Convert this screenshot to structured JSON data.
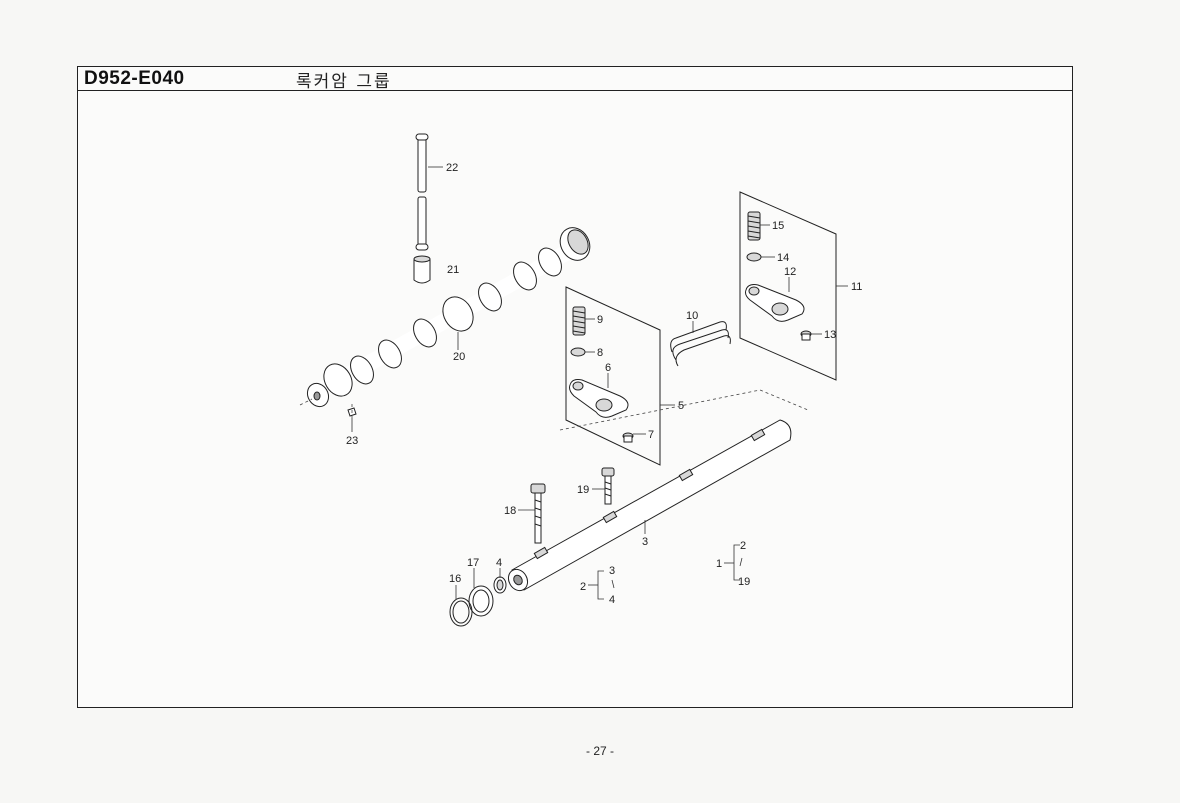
{
  "header": {
    "code": "D952-E040",
    "title": "록커암 그룹"
  },
  "callouts": {
    "c1": "1",
    "c2a": "2",
    "c2b": "2",
    "c3a": "3",
    "c3b": "3",
    "c4a": "4",
    "c4b": "4",
    "c5": "5",
    "c6": "6",
    "c7": "7",
    "c8": "8",
    "c9": "9",
    "c10": "10",
    "c11": "11",
    "c12": "12",
    "c13": "13",
    "c14": "14",
    "c15": "15",
    "c16": "16",
    "c17": "17",
    "c18": "18",
    "c19a": "19",
    "c19b": "19",
    "c20": "20",
    "c21": "21",
    "c22": "22",
    "c23": "23"
  },
  "footer": {
    "page": "- 27 -"
  }
}
